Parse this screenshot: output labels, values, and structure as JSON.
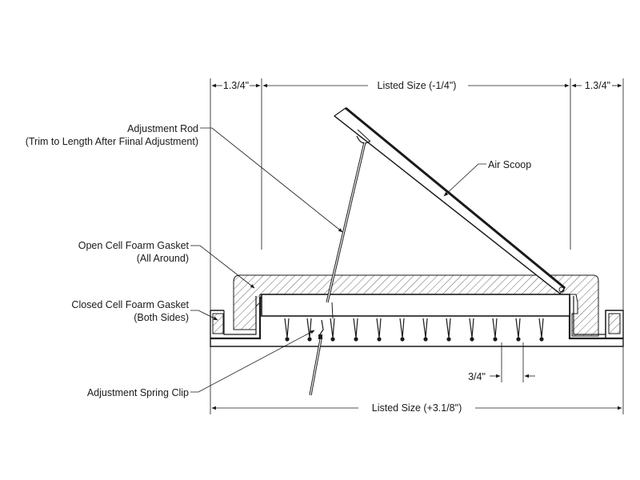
{
  "dimensions": {
    "left_margin": "1.3/4\"",
    "top_listed": "Listed Size (-1/4\")",
    "right_margin": "1.3/4\"",
    "louver_pitch": "3/4\"",
    "bottom_listed": "Listed Size (+3.1/8\")"
  },
  "callouts": {
    "adjustment_rod": "Adjustment Rod",
    "adjustment_rod_note": "(Trim to Length After Fiinal Adjustment)",
    "air_scoop": "Air Scoop",
    "open_cell_gasket": "Open Cell Foarm Gasket",
    "open_cell_gasket_note": "(All Around)",
    "closed_cell_gasket": "Closed Cell Foarm Gasket",
    "closed_cell_gasket_note": "(Both Sides)",
    "spring_clip": "Adjustment Spring Clip"
  },
  "colors": {
    "line": "#1a1a1a",
    "background": "#ffffff"
  }
}
